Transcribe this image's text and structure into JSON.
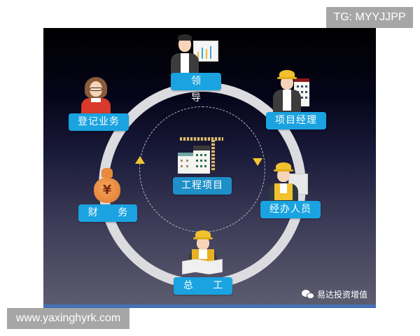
{
  "watermarks": {
    "top_right": "TG: MYYJJPP",
    "bottom_left": "www.yaxinghyrk.com"
  },
  "diagram": {
    "center": {
      "label": "工程项目",
      "icon": "construction-crane-buildings-icon"
    },
    "cycle_direction": "clockwise",
    "nodes": [
      {
        "id": "leader",
        "label": "领 导",
        "icon": "businessman-with-chart-icon"
      },
      {
        "id": "project-manager",
        "label": "项目经理",
        "icon": "engineer-with-building-icon"
      },
      {
        "id": "operator",
        "label": "经办人员",
        "icon": "worker-with-document-icon"
      },
      {
        "id": "chief-engineer",
        "label": "总 工",
        "icon": "engineer-with-blueprint-icon"
      },
      {
        "id": "finance",
        "label": "财 务",
        "icon": "money-bag-yuan-icon"
      },
      {
        "id": "registration",
        "label": "登记业务",
        "icon": "woman-with-glasses-icon"
      }
    ],
    "moneybag_symbol": "¥",
    "colors": {
      "label_bg": "#1aa3e0",
      "label_text": "#ffffff",
      "ring": "#dcdce0",
      "arrow": "#f4c430",
      "helmet": "#f2c12e"
    }
  },
  "footer": {
    "source_label": "易达投资增值",
    "source_icon": "wechat-icon"
  }
}
